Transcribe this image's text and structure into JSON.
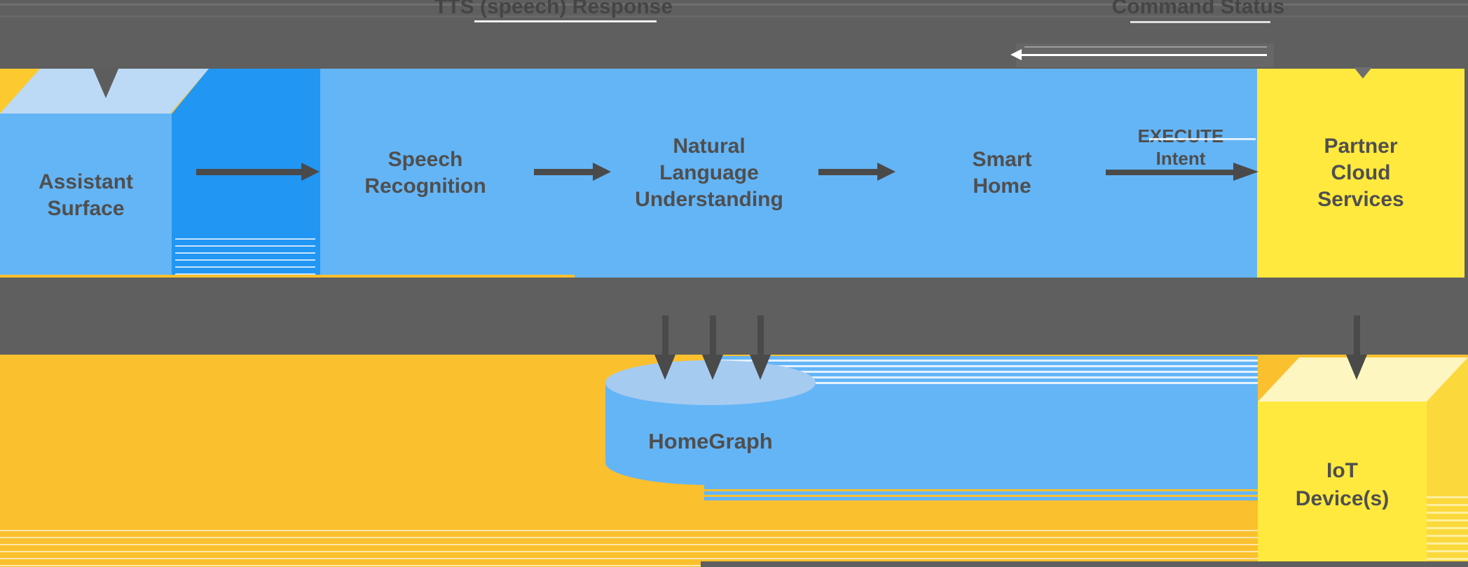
{
  "top_band": {
    "tts_response_label": "TTS (speech) Response",
    "command_status_label": "Command Status"
  },
  "pipeline": {
    "assistant_surface_label": "Assistant\nSurface",
    "speech_recognition_label": "Speech\nRecognition",
    "nlu_label": "Natural\nLanguage\nUnderstanding",
    "smart_home_label": "Smart\nHome",
    "execute_intent_label": "EXECUTE\nIntent",
    "partner_cloud_label": "Partner\nCloud\nServices"
  },
  "bottom": {
    "homegraph_label": "HomeGraph",
    "iot_devices_label": "IoT\nDevice(s)"
  },
  "colors": {
    "band_gray": "#5f5f5f",
    "arrow_gray": "#4a4a4a",
    "text_gray": "#4f4f4f",
    "blue_primary": "#64b5f6",
    "blue_dark": "#2196f3",
    "blue_light_top": "#bcd9f5",
    "cylinder_top_blue": "#a6cbf0",
    "yellow_box": "#ffe93e",
    "yellow_cream_top": "#fdf6c0",
    "yellow_side": "#fbd93c",
    "amber_background": "#fbc02d"
  }
}
